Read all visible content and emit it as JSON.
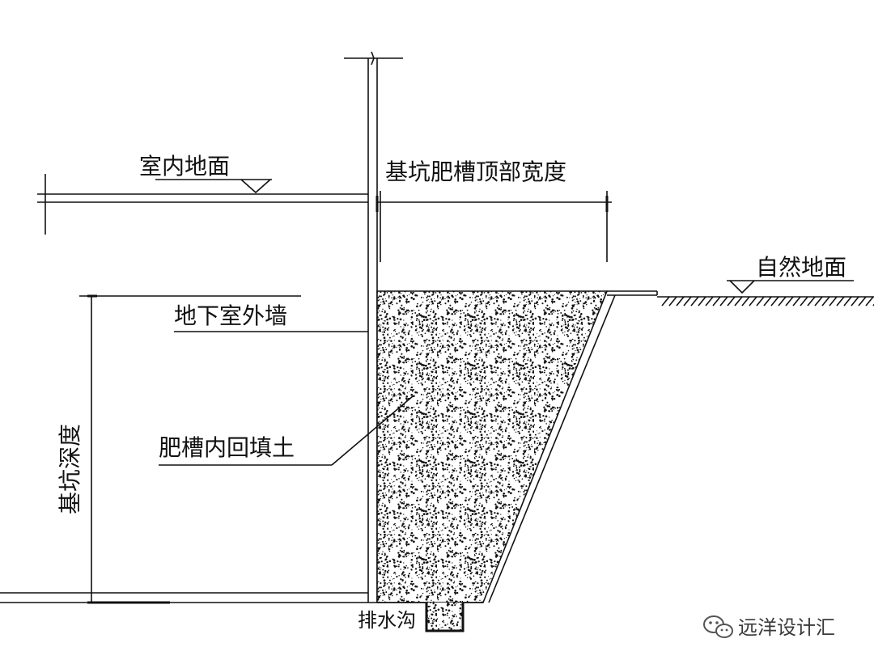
{
  "labels": {
    "indoor_floor": "室内地面",
    "pit_top_width": "基坑肥槽顶部宽度",
    "natural_ground": "自然地面",
    "basement_wall": "地下室外墙",
    "pit_depth": "基坑深度",
    "backfill": "肥槽内回填土",
    "drain": "排水沟"
  },
  "watermark": {
    "text": "远洋设计汇",
    "icon": "wechat-icon"
  }
}
